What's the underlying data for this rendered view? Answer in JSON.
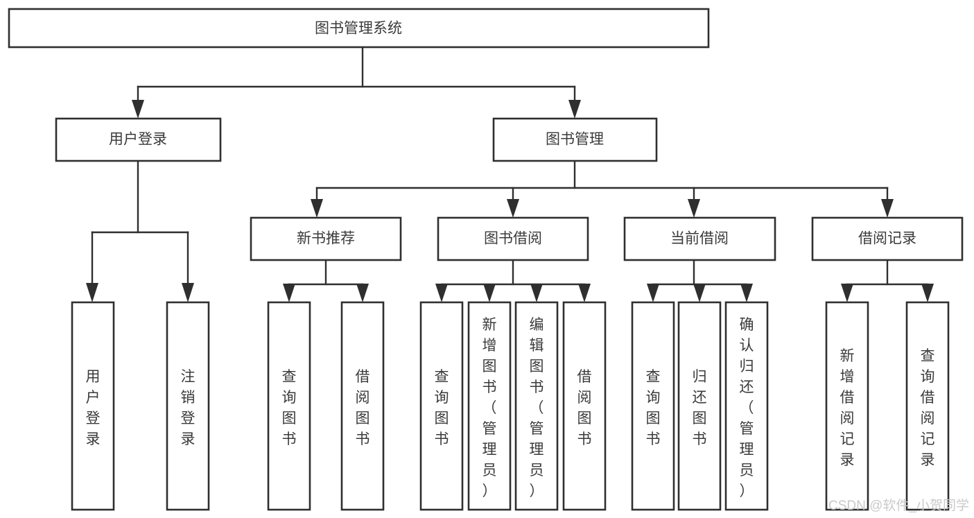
{
  "diagram": {
    "title": "图书管理系统",
    "type": "tree-hierarchy-diagram",
    "colors": {
      "stroke": "#2f2f2f",
      "fill": "#ffffff",
      "text": "#3a3a3a",
      "watermark": "#c9c9c9"
    },
    "root": {
      "label": "图书管理系统"
    },
    "level2": [
      {
        "label": "用户登录"
      },
      {
        "label": "图书管理"
      }
    ],
    "level3": [
      {
        "label": "新书推荐"
      },
      {
        "label": "图书借阅"
      },
      {
        "label": "当前借阅"
      },
      {
        "label": "借阅记录"
      }
    ],
    "leaves": {
      "user_login": [
        {
          "label": "用户登录"
        },
        {
          "label": "注销登录"
        }
      ],
      "new_book_recommend": [
        {
          "label": "查询图书"
        },
        {
          "label": "借阅图书"
        }
      ],
      "book_borrow": [
        {
          "label": "查询图书"
        },
        {
          "label": "新增图书（管理员）"
        },
        {
          "label": "编辑图书（管理员）"
        },
        {
          "label": "借阅图书"
        }
      ],
      "current_borrow": [
        {
          "label": "查询图书"
        },
        {
          "label": "归还图书"
        },
        {
          "label": "确认归还（管理员）"
        }
      ],
      "borrow_record": [
        {
          "label": "新增借阅记录"
        },
        {
          "label": "查询借阅记录"
        }
      ]
    },
    "watermark": "CSDN @软件_小贺同学"
  }
}
